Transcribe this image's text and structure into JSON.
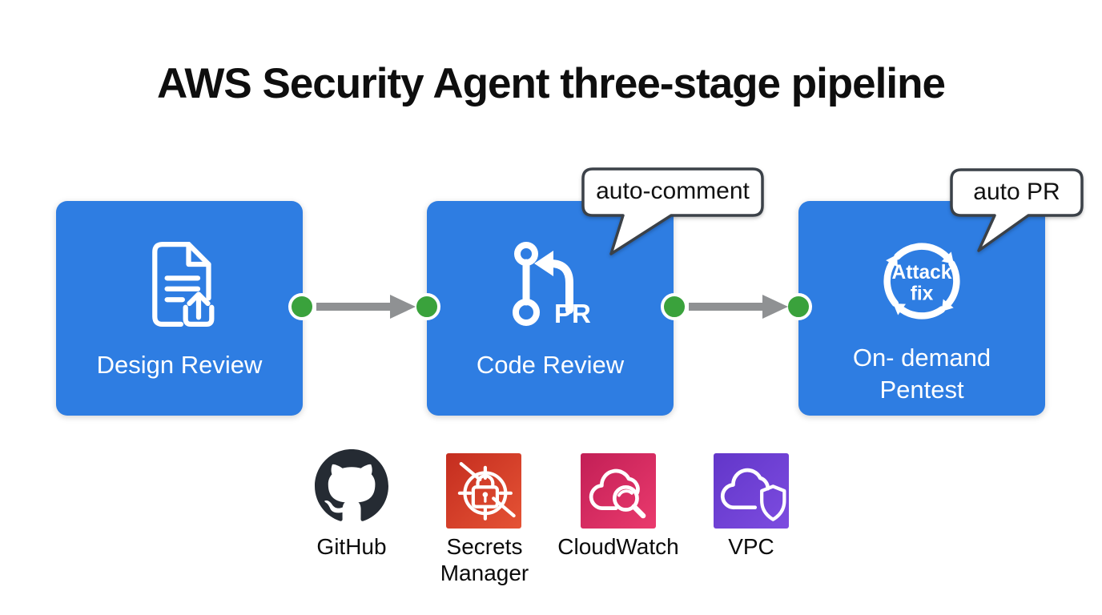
{
  "title": "AWS Security Agent three-stage pipeline",
  "pipeline": {
    "stages": [
      {
        "label": "Design Review",
        "icon": "document-upload-icon"
      },
      {
        "label": "Code Review",
        "icon": "pull-request-icon",
        "icon_badge": "PR",
        "callout": "auto-comment"
      },
      {
        "label_line1": "On- demand",
        "label_line2": "Pentest",
        "icon": "attack-fix-cycle-icon",
        "icon_text_line1": "Attack",
        "icon_text_line2": "fix",
        "callout": "auto PR"
      }
    ]
  },
  "services": [
    {
      "name": "github",
      "label": "GitHub"
    },
    {
      "name": "secrets-manager",
      "label_line1": "Secrets",
      "label_line2": "Manager"
    },
    {
      "name": "cloudwatch",
      "label": "CloudWatch"
    },
    {
      "name": "vpc",
      "label": "VPC"
    }
  ],
  "colors": {
    "stage_blue": "#2e7de2",
    "connector_green": "#3aa23c",
    "arrow_gray": "#8f9193",
    "callout_border": "#3b4148",
    "github_dark": "#252b33",
    "secrets_red_start": "#c42d1f",
    "secrets_red_end": "#e55335",
    "cloudwatch_pink_start": "#c21f56",
    "cloudwatch_pink_end": "#ea3a6d",
    "vpc_purple_start": "#6236c9",
    "vpc_purple_end": "#7d4ce0"
  }
}
